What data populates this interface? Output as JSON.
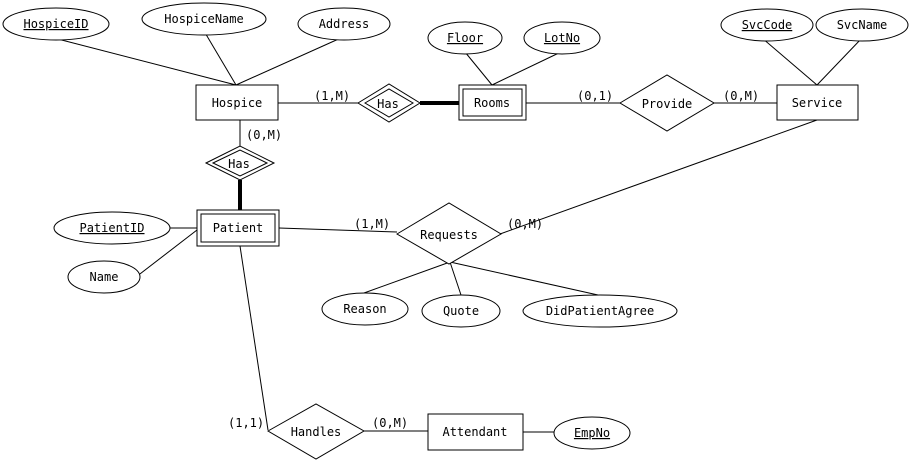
{
  "entities": {
    "hospice": "Hospice",
    "rooms": "Rooms",
    "service": "Service",
    "patient": "Patient",
    "attendant": "Attendant"
  },
  "relationships": {
    "has_rooms": "Has",
    "provide": "Provide",
    "has_patient": "Has",
    "requests": "Requests",
    "handles": "Handles"
  },
  "attributes": {
    "hospice_id": "HospiceID",
    "hospice_name": "HospiceName",
    "address": "Address",
    "floor": "Floor",
    "lot_no": "LotNo",
    "svc_code": "SvcCode",
    "svc_name": "SvcName",
    "patient_id": "PatientID",
    "name": "Name",
    "reason": "Reason",
    "quote": "Quote",
    "did_patient_agree": "DidPatientAgree",
    "emp_no": "EmpNo"
  },
  "cardinalities": {
    "hospice_has_rooms": "(1,M)",
    "rooms_provide": "(0,1)",
    "service_provide": "(0,M)",
    "hospice_has_patient": "(0,M)",
    "patient_requests": "(1,M)",
    "service_requests": "(0,M)",
    "patient_handles": "(1,1)",
    "attendant_handles": "(0,M)"
  }
}
